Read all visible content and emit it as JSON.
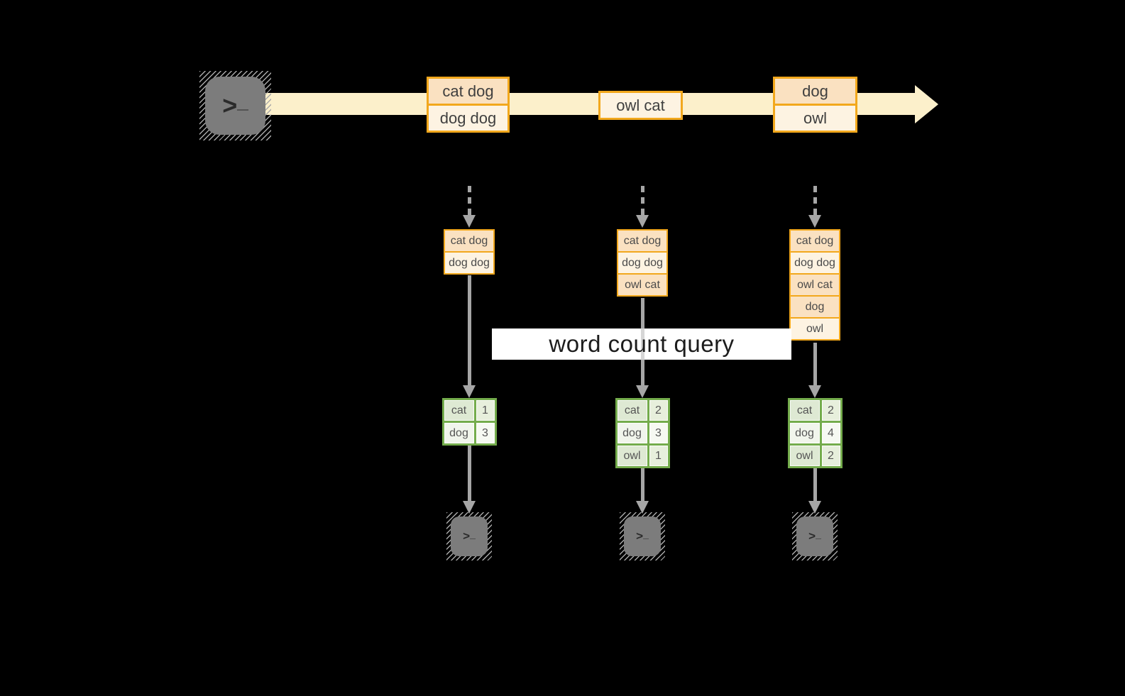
{
  "query": {
    "label": "word count query"
  },
  "terminal_glyph": {
    "chevron": ">",
    "underscore": "_"
  },
  "stream_messages": [
    {
      "rows": [
        {
          "text": "cat dog",
          "tone": "dark"
        },
        {
          "text": "dog dog",
          "tone": "light"
        }
      ]
    },
    {
      "rows": [
        {
          "text": "owl cat",
          "tone": "light"
        }
      ]
    },
    {
      "rows": [
        {
          "text": "dog",
          "tone": "dark"
        },
        {
          "text": "owl",
          "tone": "light"
        }
      ]
    }
  ],
  "columns": [
    {
      "stack_rows": [
        {
          "text": "cat dog",
          "tone": "dark"
        },
        {
          "text": "dog dog",
          "tone": "light"
        }
      ],
      "table_rows": [
        {
          "word": "cat",
          "count": "1"
        },
        {
          "word": "dog",
          "count": "3"
        }
      ]
    },
    {
      "stack_rows": [
        {
          "text": "cat dog",
          "tone": "dark"
        },
        {
          "text": "dog dog",
          "tone": "light"
        },
        {
          "text": "owl cat",
          "tone": "dark"
        }
      ],
      "table_rows": [
        {
          "word": "cat",
          "count": "2"
        },
        {
          "word": "dog",
          "count": "3"
        },
        {
          "word": "owl",
          "count": "1"
        }
      ]
    },
    {
      "stack_rows": [
        {
          "text": "cat dog",
          "tone": "dark"
        },
        {
          "text": "dog dog",
          "tone": "light"
        },
        {
          "text": "owl cat",
          "tone": "dark"
        },
        {
          "text": "dog",
          "tone": "dark"
        },
        {
          "text": "owl",
          "tone": "light"
        }
      ],
      "table_rows": [
        {
          "word": "cat",
          "count": "2"
        },
        {
          "word": "dog",
          "count": "4"
        },
        {
          "word": "owl",
          "count": "2"
        }
      ]
    }
  ],
  "colors": {
    "bg": "#000000",
    "band": "#FCF0CB",
    "orange": "#F2A81D",
    "peach_dark": "#FAE1C1",
    "peach_light": "#FDF3E2",
    "ink": "#3F3F3F",
    "green": "#74AC4C",
    "cell_dark_word": "#DEE9D3",
    "cell_dark_count": "#E7EFDC",
    "cell_light_word": "#F1F5EC",
    "cell_light_count": "#F6F9F2",
    "table_ink": "#555555",
    "arrow": "#A6A6A6",
    "term_fill": "#7C7C7C",
    "hatch_line": "#A8A8A8",
    "glyph_ink": "#2B2B2B",
    "query_bg": "#FFFFFF",
    "query_ink": "#1C1C1C",
    "query_line": "#D6D6D6"
  }
}
